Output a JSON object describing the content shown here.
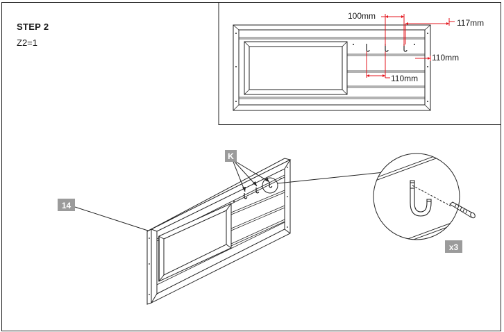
{
  "step": {
    "title": "STEP 2",
    "quantity": "Z2=1"
  },
  "detail_dimensions": {
    "hook_spacing": "100mm",
    "top_offset": "117mm",
    "side_offset": "110mm",
    "bottom_spacing": "110mm"
  },
  "labels": {
    "part_number": "14",
    "hook_part": "K",
    "hook_count": "x3"
  },
  "colors": {
    "dimension": "#e3141c",
    "label_bg": "#9b9b9b",
    "line": "#222222"
  }
}
